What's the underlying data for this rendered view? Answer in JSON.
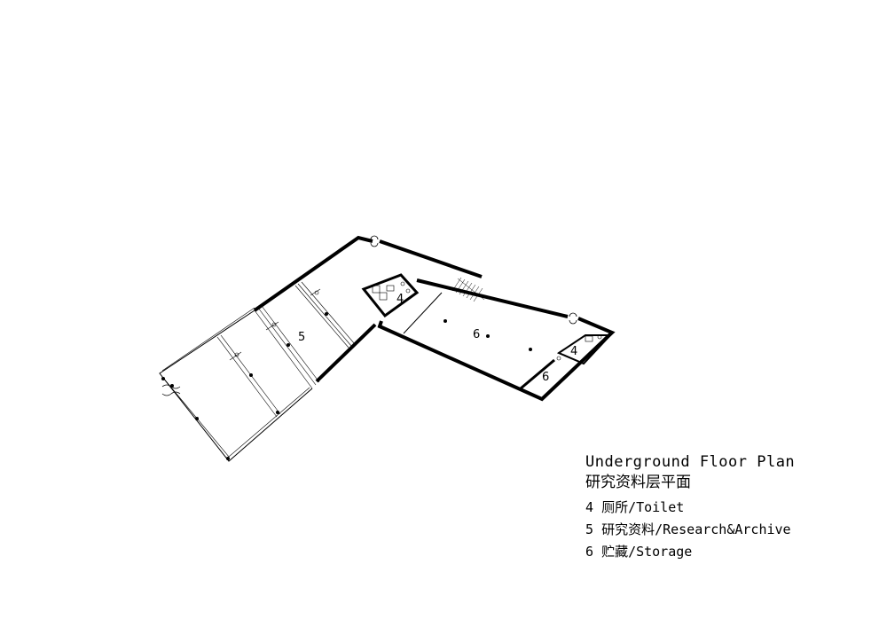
{
  "plan": {
    "rooms": [
      {
        "id": "toilet-a",
        "label": "4"
      },
      {
        "id": "research",
        "label": "5"
      },
      {
        "id": "storage-a",
        "label": "6"
      },
      {
        "id": "toilet-b",
        "label": "4"
      },
      {
        "id": "storage-b",
        "label": "6"
      }
    ]
  },
  "legend": {
    "title": "Underground Floor Plan",
    "subtitle": "研究资料层平面",
    "items": [
      {
        "number": "4",
        "text": "厕所/Toilet"
      },
      {
        "number": "5",
        "text": "研究资料/Research&Archive"
      },
      {
        "number": "6",
        "text": "贮藏/Storage"
      }
    ]
  }
}
